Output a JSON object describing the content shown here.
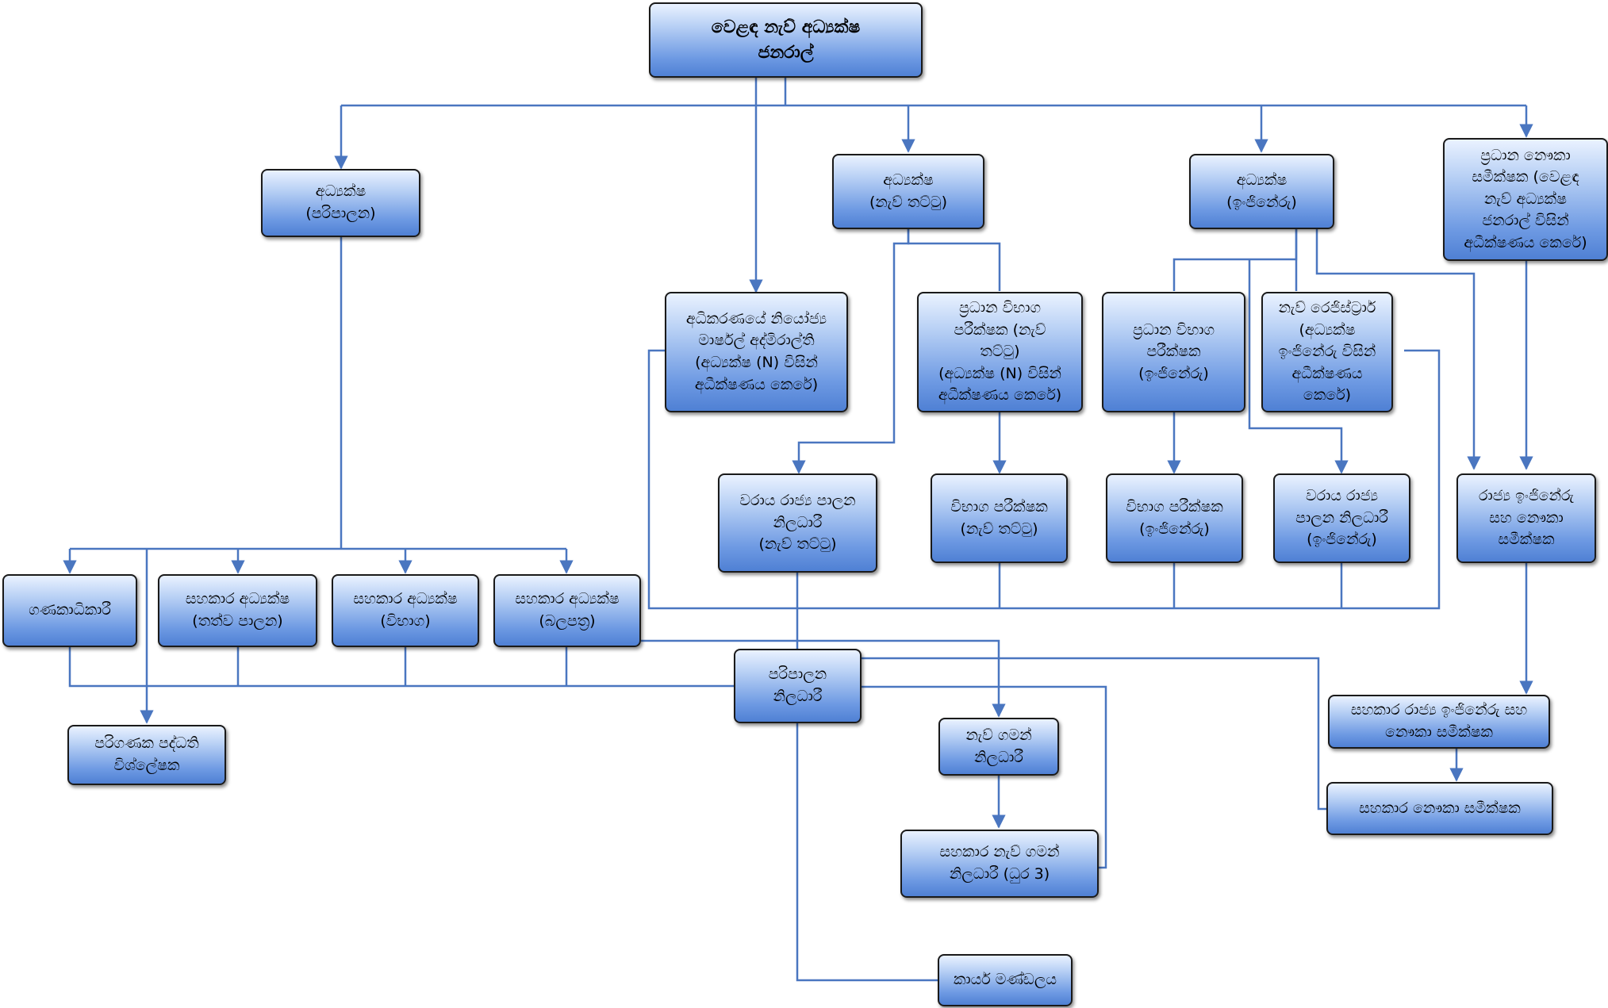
{
  "nodes": {
    "director_general": "වෙළඳ නැව් අධ්‍යක්ෂ\nජනරාල්",
    "director_admin": "අධ්‍යක්ෂ\n(පරිපාලන)",
    "director_ports": "අධ්‍යක්ෂ\n(නැව් තට්ටු)",
    "director_engineer": "අධ්‍යක්ෂ\n(ඉංජිනේරු)",
    "chief_ship_surveyor": "ප්‍රධාන නෞකා\nසමීක්ෂක (වෙළඳ\nනැව් අධ්‍යක්ෂ\nජනරාල් විසින්\nඅධීක්ෂණය කෙරේ)",
    "deputy_marshal": "අධිකරණයේ නියෝජ්‍ය\nමාර්ෂල් අද්මිරාල්ති\n(අධ්‍යක්ෂ (N) විසින්\nඅධීක්ෂණය කෙරේ)",
    "chief_exam_ports": "ප්‍රධාන විභාග\nපරීක්ෂක (නැව්\nතට්ටු)\n(අධ්‍යක්ෂ (N) විසින්\nඅධීක්ෂණය කෙරේ)",
    "chief_exam_engineer": "ප්‍රධාන විභාග\nපරීක්ෂක\n(ඉංජිනේරු)",
    "ship_registrar": "නැව් රෙජිස්ට්‍රාර්\n(අධ්‍යක්ෂ\nඉංජිනේරු විසින්\nඅධීක්ෂණය\nකෙරේ)",
    "port_state_officer_ports": "වරාය රාජ්‍ය පාලන\nනිලධාරී\n(නැව් තට්ටු)",
    "examiner_ports": "විභාග පරීක්ෂක\n(නැව් තට්ටු)",
    "examiner_engineer": "විභාග පරීක්ෂක\n(ඉංජිනේරු)",
    "port_state_officer_engineer": "වරාය රාජ්‍ය\nපාලන නිලධාරී\n(ඉංජිනේරු)",
    "state_engineer_surveyor": "රාජ්‍ය ඉංජිනේරු\nසහ නෞකා\nසමීක්ෂක",
    "accountant": "ගණකාධිකාරී",
    "asst_director_control": "සහකාර අධ්‍යක්ෂ\n(තත්ව පාලන)",
    "asst_director_exam": "සහකාර අධ්‍යක්ෂ\n(විභාග)",
    "asst_director_power": "සහකාර අධ්‍යක්ෂ\n(බලපත්‍ර)",
    "admin_officer": "පරිපාලන\nනිලධාරී",
    "systems_analyst": "පරිගණක පද්ධති\nවිශ්ලේෂක",
    "shipping_officer": "නැව් ගමන්\nනිලධාරී",
    "asst_shipping_officer": "සහකාර නැව් ගමන්\nනිලධාරී (ධුර 3)",
    "staff": "කාර්ය මණ්ඩලය",
    "asst_state_engineer_surveyor": "සහකාර රාජ්‍ය ඉංජිනේරු සහ\nනෞකා සමීක්ෂක",
    "asst_ship_surveyor": "සහකාර නෞකා සමීක්ෂක"
  },
  "colors": {
    "connector": "#4a76c0",
    "box_top": "#eaf2ff",
    "box_bottom": "#4f80d4"
  }
}
